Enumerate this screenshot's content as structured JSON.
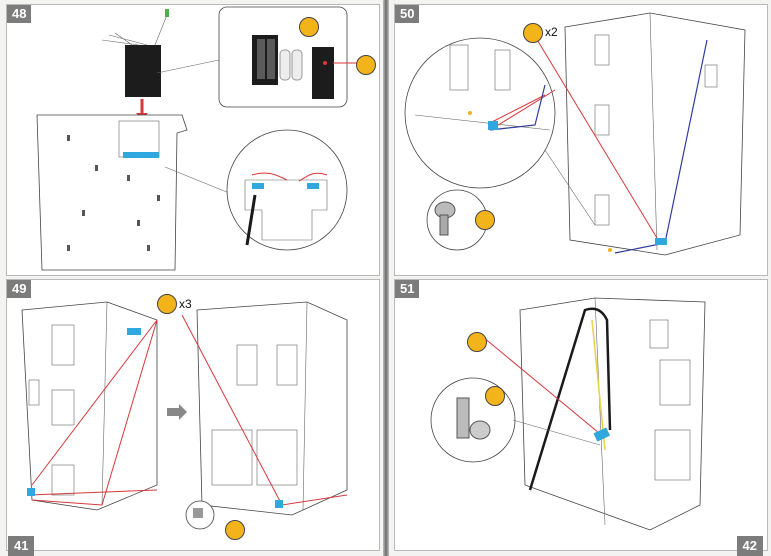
{
  "pages": {
    "left": {
      "number": "41"
    },
    "right": {
      "number": "42"
    }
  },
  "steps": [
    {
      "number": "48",
      "quantity": ""
    },
    {
      "number": "49",
      "quantity": "x3"
    },
    {
      "number": "50",
      "quantity": "x2"
    },
    {
      "number": "51",
      "quantity": ""
    }
  ],
  "icons": {
    "glue_badge": "glue-dot-icon",
    "wrench_badge": "wrench-badge-icon",
    "battery": "battery-icon"
  },
  "colors": {
    "wire_red": "#d8373b",
    "wire_blue": "#2f3c9c",
    "tape_blue": "#2fa7df",
    "badge_yellow": "#f3b31b",
    "arrow_red": "#d8373b"
  }
}
